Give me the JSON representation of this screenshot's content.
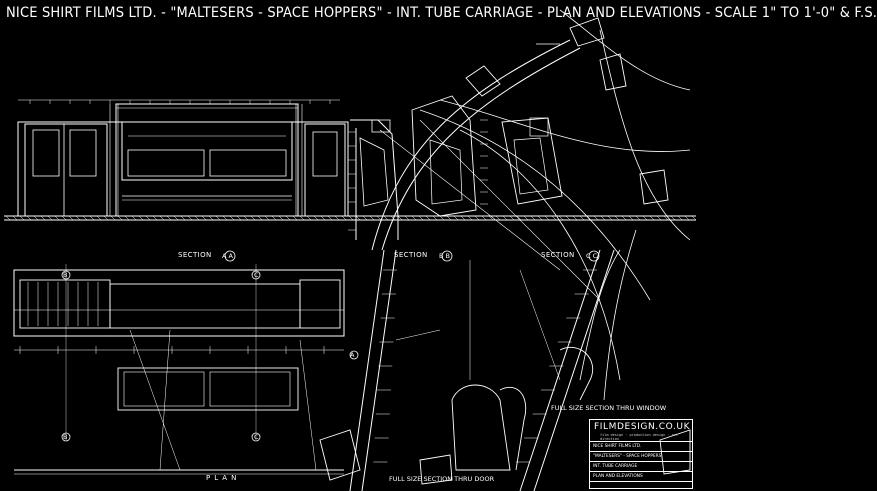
{
  "title": "NICE SHIRT FILMS LTD. - \"MALTESERS - SPACE HOPPERS\" - INT. TUBE CARRIAGE - PLAN AND ELEVATIONS - SCALE 1\" TO 1'-0\" & F.S.",
  "labels": {
    "section_a": "SECTION",
    "section_a_marker": "A A",
    "section_b": "SECTION",
    "section_b_marker": "B B",
    "section_c": "SECTION",
    "section_c_marker": "C C",
    "grid_a": "A",
    "grid_b": "B",
    "grid_c": "C",
    "plan": "PLAN",
    "window_section": "FULL SIZE SECTION THRU WINDOW",
    "door_section": "FULL SIZE SECTION THRU DOOR"
  },
  "title_block": {
    "company": "FILMDESIGN.CO.UK",
    "subline": "film design · production design · art direction",
    "rows": [
      "NICE SHIRT FILMS LTD.",
      "\"MALTESERS\" - SPACE HOPPERS",
      "INT. TUBE CARRIAGE",
      "PLAN AND ELEVATIONS"
    ]
  },
  "colors": {
    "background": "#000000",
    "line": "#ffffff"
  }
}
